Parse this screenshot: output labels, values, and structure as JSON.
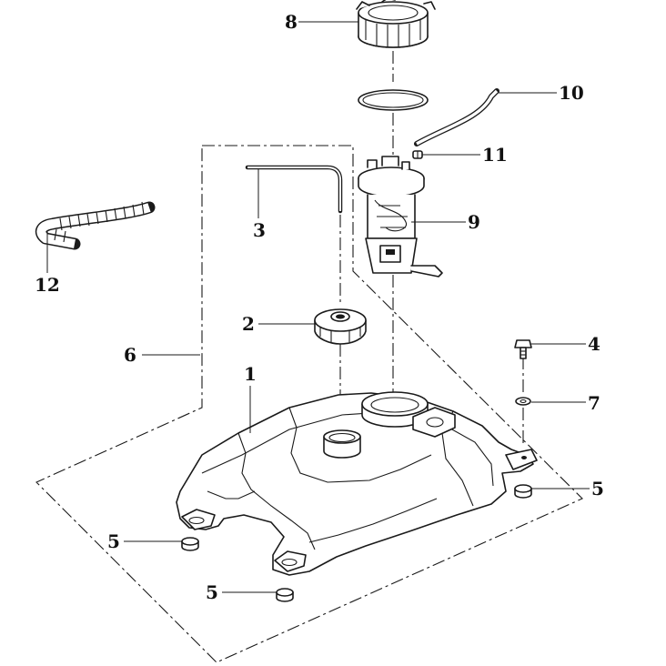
{
  "callouts": {
    "c1": "1",
    "c2": "2",
    "c3": "3",
    "c4": "4",
    "c5a": "5",
    "c5b": "5",
    "c5c": "5",
    "c6": "6",
    "c7": "7",
    "c8": "8",
    "c9": "9",
    "c10": "10",
    "c11": "11",
    "c12": "12"
  },
  "colors": {
    "line": "#1a1a1a",
    "background": "#ffffff"
  }
}
